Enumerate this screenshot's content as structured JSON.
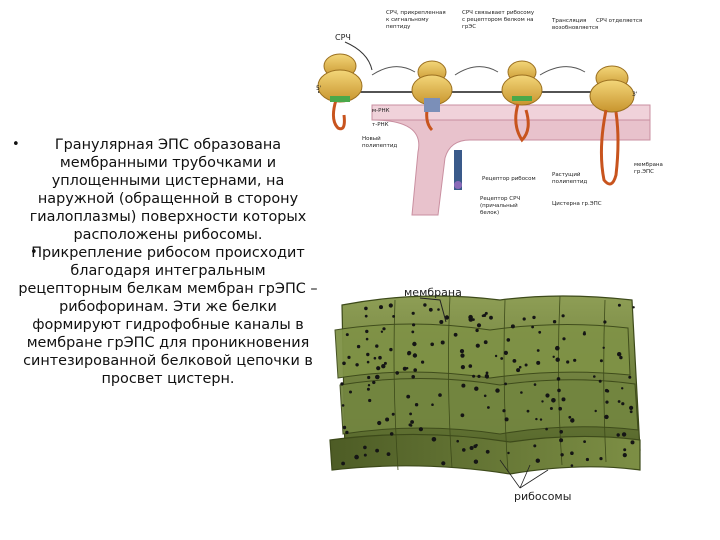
{
  "paragraphs": [
    {
      "bullet": "•",
      "text": "Гранулярная ЭПС образована мембранными трубочками и уплощенными цистернами, на наружной (обращенной в сторону гиалоплазмы) поверхности которых расположены рибосомы."
    },
    {
      "bullet": "•",
      "text": "Прикрепление рибосом происходит благодаря интегральным рецепторным белкам мембран грЭПС – рибофоринам. Эти же белки формируют гидрофобные каналы в мембране грЭПС для проникновения синтезированной белковой цепочки в просвет цистерн."
    }
  ],
  "top_diagram": {
    "srch": "СРЧ",
    "step1": "СРЧ, прикрепленная к сигнальному пептиду",
    "step2": "СРЧ связывает рибосому с рецептором белком на грЭС",
    "step3": "Трансляция возобновляется",
    "step4": "СРЧ отделяется",
    "mrna": "м-РНК",
    "trna": "т-РНК",
    "new_poly": "Новый полипептид",
    "ribosome_receptor": "Рецептор рибосом",
    "srch_receptor": "Рецептор СРЧ (причальный белок)",
    "growing_poly": "Растущий полипептид",
    "membrane": "мембрана гр.ЭПС",
    "cistern": "Цистерна гр.ЭПС",
    "end_5": "5'",
    "end_3": "3'"
  },
  "bottom_diagram": {
    "membrane_label": "мембрана",
    "ribosomes_label": "рибосомы"
  },
  "colors": {
    "ribosome": "#e0b84a",
    "membrane": "#e6b8c4",
    "cistern_green": "#6b7d3c",
    "chain": "#c8541e"
  }
}
